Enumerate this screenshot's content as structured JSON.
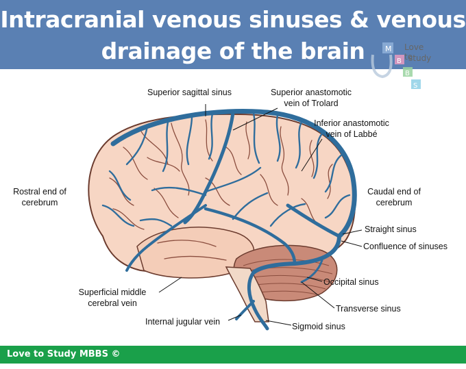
{
  "title_line1": "Intracranial venous sinuses & venous",
  "title_line2": "drainage of the brain",
  "logo": {
    "line1": "Love to",
    "line2": "study",
    "letters": [
      "M",
      "B",
      "B",
      "S"
    ]
  },
  "labels": {
    "superior_sagittal_sinus": "Superior sagittal sinus",
    "superior_anastomotic_1": "Superior anastomotic",
    "superior_anastomotic_2": "vein of Trolard",
    "inferior_anastomotic_1": "Inferior anastomotic",
    "inferior_anastomotic_2": "vein of Labbé",
    "rostral_1": "Rostral end of",
    "rostral_2": "cerebrum",
    "caudal_1": "Caudal end of",
    "caudal_2": "cerebrum",
    "straight_sinus": "Straight sinus",
    "confluence": "Confluence of sinuses",
    "occipital_sinus": "Occipital sinus",
    "transverse_sinus": "Transverse sinus",
    "sigmoid_sinus": "Sigmoid sinus",
    "internal_jugular": "Internal jugular vein",
    "superficial_middle_1": "Superficial middle",
    "superficial_middle_2": "cerebral vein"
  },
  "footer": "Love to Study MBBS ©",
  "colors": {
    "header": "#5a80b3",
    "footer": "#1aa04a",
    "vein": "#2f6d9c",
    "brain": "#f7d6c4"
  }
}
